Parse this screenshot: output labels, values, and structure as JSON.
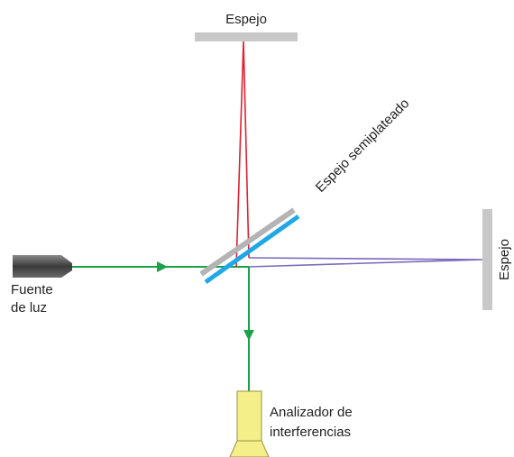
{
  "labels": {
    "top_mirror": "Espejo",
    "right_mirror": "Espejo",
    "beam_splitter": "Espejo semiplateado",
    "source_line1": "Fuente",
    "source_line2": "de luz",
    "analyzer_line1": "Analizador de",
    "analyzer_line2": "interferencias"
  },
  "colors": {
    "mirror": "#c8c8c8",
    "splitter_face": "#1ea8e8",
    "splitter_back": "#b4b4b4",
    "beam_source": "#1aa24a",
    "beam_top_arm": "#e02030",
    "beam_right_arm": "#7a6aba",
    "detector": "#f5ef8a",
    "detector_stroke": "#9a9040",
    "source_body": "#555555"
  }
}
